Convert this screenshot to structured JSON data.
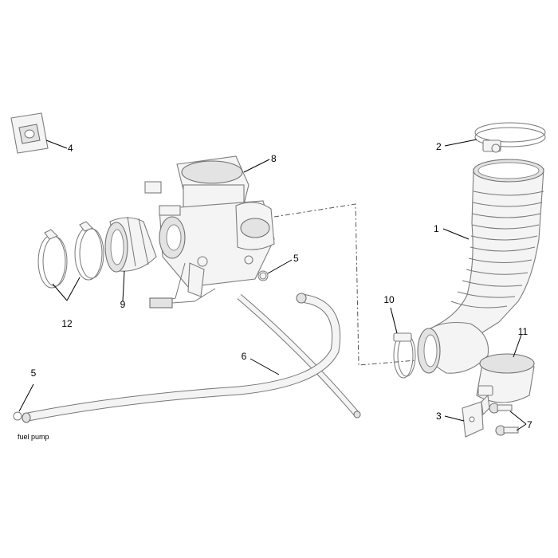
{
  "diagram": {
    "callouts": [
      {
        "id": "c1",
        "text": "1"
      },
      {
        "id": "c2",
        "text": "2"
      },
      {
        "id": "c3",
        "text": "3"
      },
      {
        "id": "c4",
        "text": "4"
      },
      {
        "id": "c5a",
        "text": "5"
      },
      {
        "id": "c5b",
        "text": "5"
      },
      {
        "id": "c6",
        "text": "6"
      },
      {
        "id": "c7",
        "text": "7"
      },
      {
        "id": "c8",
        "text": "8"
      },
      {
        "id": "c9",
        "text": "9"
      },
      {
        "id": "c10",
        "text": "10"
      },
      {
        "id": "c11",
        "text": "11"
      },
      {
        "id": "c12",
        "text": "12"
      }
    ],
    "captions": {
      "fuel_pump": "fuel pump"
    }
  }
}
